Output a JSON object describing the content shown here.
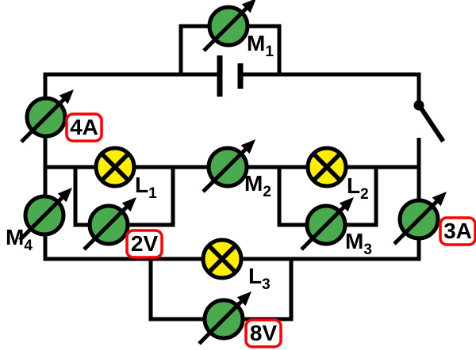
{
  "diagram": {
    "title": "Circuit diagram with battery, open switch, four analog meters, three lamps and four meter readings",
    "colors": {
      "wire": "#000000",
      "meter_fill": "#4aab4e",
      "lamp_fill": "#ffee00",
      "badge_border": "#ff0000",
      "badge_text": "#000000",
      "background": "#ffffff"
    },
    "meters": [
      {
        "label": "M",
        "sub": "1"
      },
      {
        "label": "M",
        "sub": "2"
      },
      {
        "label": "M",
        "sub": "3"
      },
      {
        "label": "M",
        "sub": "4"
      }
    ],
    "lamps": [
      {
        "label": "L",
        "sub": "1"
      },
      {
        "label": "L",
        "sub": "2"
      },
      {
        "label": "L",
        "sub": "3"
      }
    ],
    "readings": {
      "ammeter_left": "4A",
      "voltmeter_l1": "2V",
      "ammeter_right": "3A",
      "voltmeter_l3": "8V"
    }
  }
}
